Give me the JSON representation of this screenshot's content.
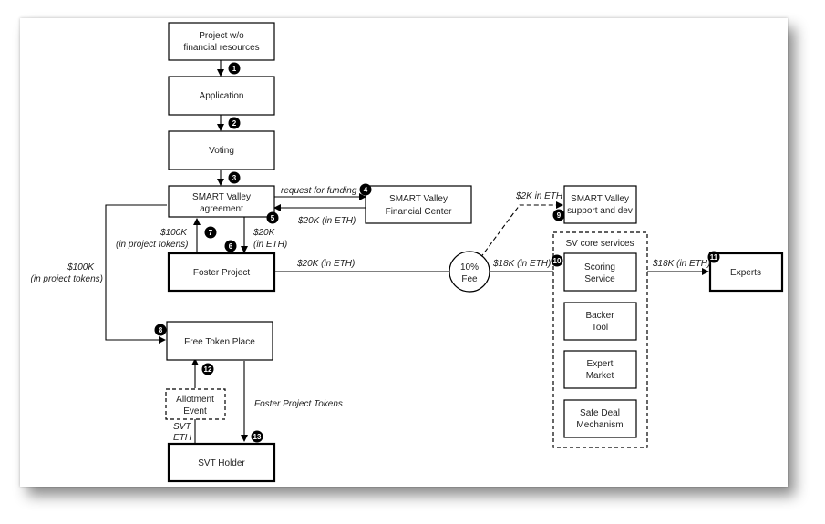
{
  "boxes": {
    "project_wo_funds": [
      "Project w/o",
      "financial resources"
    ],
    "application": "Application",
    "voting": "Voting",
    "sv_agreement": [
      "SMART Valley",
      "agreement"
    ],
    "financial_center": [
      "SMART Valley",
      "Financial Center"
    ],
    "foster_project": "Foster Project",
    "free_token_place": "Free Token Place",
    "allotment_event": [
      "Allotment",
      "Event"
    ],
    "svt_holder": "SVT Holder",
    "sv_support": [
      "SMART Valley",
      "support and dev"
    ],
    "fee": [
      "10%",
      "Fee"
    ],
    "core_title": "SV core services",
    "scoring": [
      "Scoring",
      "Service"
    ],
    "backer": [
      "Backer",
      "Tool"
    ],
    "expert_market": [
      "Expert",
      "Market"
    ],
    "safe_deal": [
      "Safe Deal",
      "Mechanism"
    ],
    "experts": "Experts"
  },
  "labels": {
    "request_funding": "request for funding",
    "k20_eth_fc": "$20K (in ETH)",
    "k100_tokens_left": [
      "$100K",
      "(in project tokens)"
    ],
    "k100_tokens_mid": [
      "$100K",
      "(in project tokens)"
    ],
    "k20_eth_down": [
      "$20K",
      "(in ETH)"
    ],
    "k20_eth_fee": "$20K (in ETH)",
    "k2_eth": "$2K in ETH",
    "k18_eth_scoring": "$18K (in ETH)",
    "k18_eth_experts": "$18K (in ETH)",
    "foster_tokens": "Foster Project Tokens",
    "svt": "SVT",
    "eth": "ETH"
  },
  "badges": [
    "1",
    "2",
    "3",
    "4",
    "5",
    "6",
    "7",
    "8",
    "9",
    "10",
    "11",
    "12",
    "13"
  ]
}
